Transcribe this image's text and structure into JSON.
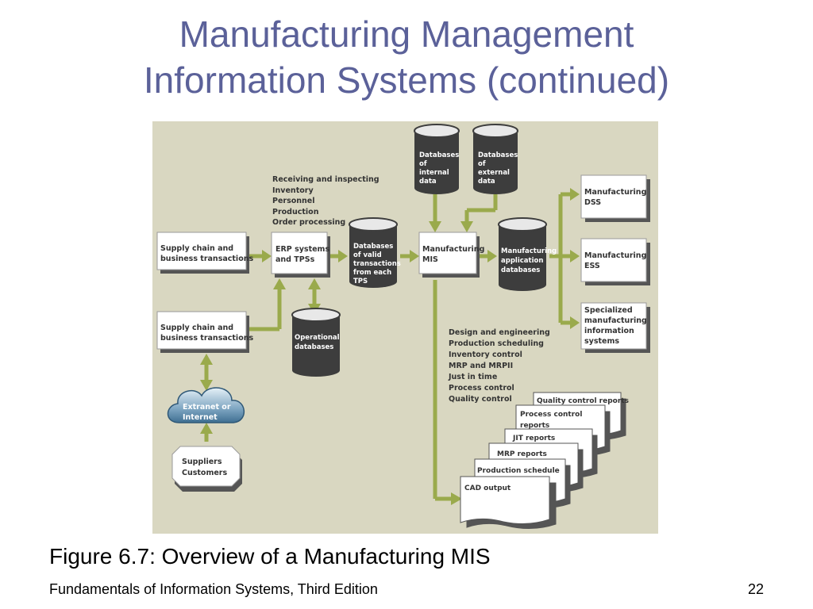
{
  "title": {
    "line1": "Manufacturing Management",
    "line2": "Information Systems (continued)"
  },
  "diagram": {
    "supply_chain_1": [
      "Supply chain and",
      "business transactions"
    ],
    "supply_chain_2": [
      "Supply chain and",
      "business transactions"
    ],
    "extranet": [
      "Extranet or",
      "Internet"
    ],
    "suppliers": [
      "Suppliers",
      "Customers"
    ],
    "erp": [
      "ERP systems",
      "and TPSs"
    ],
    "erp_list": [
      "Receiving and inspecting",
      "Inventory",
      "Personnel",
      "Production",
      "Order processing"
    ],
    "operational_db": [
      "Operational",
      "databases"
    ],
    "valid_db": [
      "Databases",
      "of valid",
      "transactions",
      "from each",
      "TPS"
    ],
    "internal_db": [
      "Databases",
      "of",
      "internal",
      "data"
    ],
    "external_db": [
      "Databases",
      "of",
      "external",
      "data"
    ],
    "mis": [
      "Manufacturing",
      "MIS"
    ],
    "app_db": [
      "Manufacturing",
      "application",
      "databases"
    ],
    "dss": [
      "Manufacturing",
      "DSS"
    ],
    "ess": [
      "Manufacturing",
      "ESS"
    ],
    "specialized": [
      "Specialized",
      "manufacturing",
      "information",
      "systems"
    ],
    "mis_list": [
      "Design and engineering",
      "Production scheduling",
      "Inventory control",
      "MRP and MRPII",
      "Just in time",
      "Process control",
      "Quality control"
    ],
    "reports": {
      "quality": "Quality control reports",
      "process": [
        "Process control",
        "reports"
      ],
      "jit": "JIT reports",
      "mrp": "MRP reports",
      "schedule": "Production schedule",
      "cad": "CAD output"
    }
  },
  "caption": "Figure 6.7: Overview of a Manufacturing MIS",
  "footer": {
    "left": "Fundamentals of Information Systems, Third Edition",
    "page": "22"
  }
}
